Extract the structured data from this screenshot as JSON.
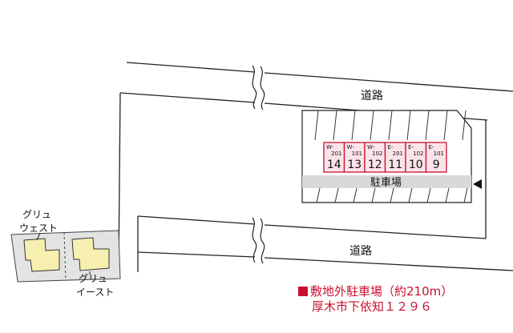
{
  "road_labels": [
    "道路",
    "道路"
  ],
  "parking_label": "駐車場",
  "buildings": {
    "west_name": [
      "グリュ",
      "ウェスト"
    ],
    "east_name": [
      "グリュ",
      "イースト"
    ]
  },
  "parking_spots": [
    {
      "unit": "W-201",
      "number": "14"
    },
    {
      "unit": "W-101",
      "number": "13"
    },
    {
      "unit": "W-102",
      "number": "12"
    },
    {
      "unit": "E-201",
      "number": "11"
    },
    {
      "unit": "E-102",
      "number": "10"
    },
    {
      "unit": "E-101",
      "number": "9"
    }
  ],
  "caption": {
    "line1": "敷地外駐車場（約210m）",
    "line2": "厚木市下依知１２９６"
  },
  "colors": {
    "highlight": "#c8102e",
    "highlight_fill": "#fbe3ea",
    "lot_gray": "#d9d9d9",
    "building_fill": "#f7efb0",
    "site_gray": "#e3e3e3"
  }
}
